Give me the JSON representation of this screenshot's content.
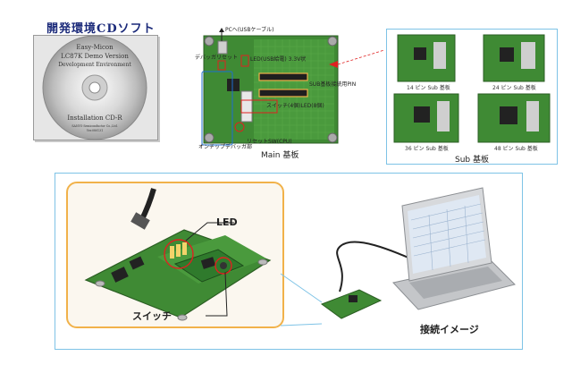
{
  "cd": {
    "title": "開発環境CDソフト",
    "disc_lines": [
      "Easy-Micon",
      "LC87K Demo Version",
      "Development Environment",
      "Installation CD-R"
    ],
    "small_lines": [
      "SANYO Semiconductor Co.,Ltd.",
      "Ver.080131"
    ]
  },
  "main_board": {
    "caption": "Main 基板",
    "callouts": {
      "pc": "PCへ(USBケーブル)",
      "debugger_reset": "デバッガリセット",
      "led": "LED(USB給電) 3.3V状",
      "sub_pin": "SUB基板接続用PIN",
      "switch_label": "スイッチ(4個)LED(8個)",
      "onchip": "オンチップデバッガ部",
      "reset_sw": "リセットSW(CPU)"
    }
  },
  "sub_boards": {
    "caption": "Sub 基板",
    "labels": [
      "14 ピン Sub 基板",
      "24 ピン Sub 基板",
      "36 ピン Sub 基板",
      "48 ピン Sub 基板"
    ]
  },
  "connection": {
    "led_label": "LED",
    "switch_label": "スイッチ",
    "caption": "接続イメージ"
  },
  "colors": {
    "pcb_green": "#3f8a34",
    "accent_blue": "#7ec3e6",
    "zoom_orange": "#f1b24a",
    "callout_red": "#e02020"
  }
}
